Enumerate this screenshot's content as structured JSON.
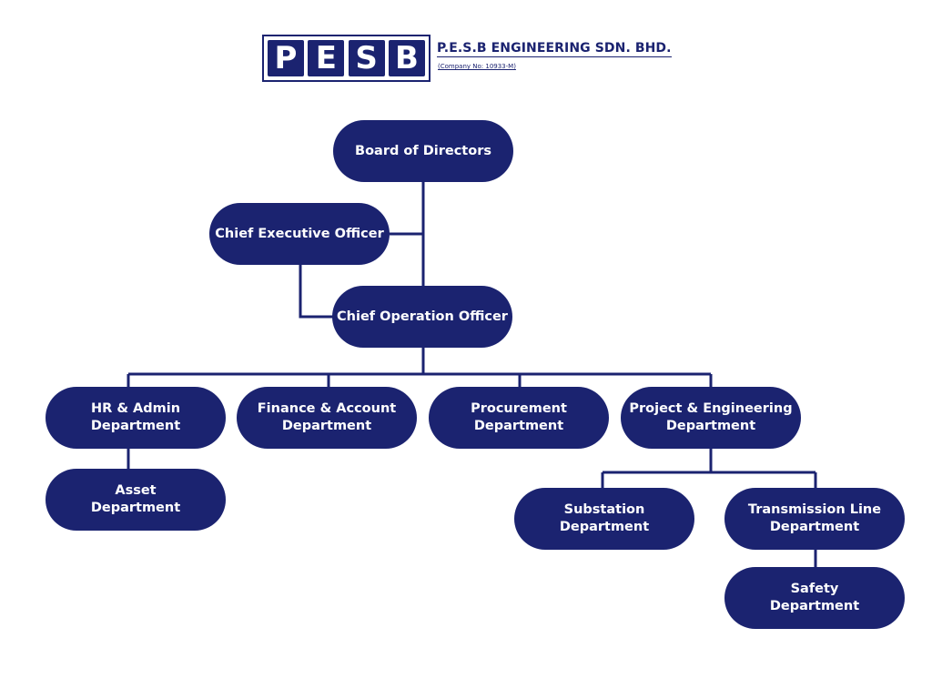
{
  "header": {
    "logo_letters": [
      "P",
      "E",
      "S",
      "B"
    ],
    "company_name": "P.E.S.B ENGINEERING SDN. BHD.",
    "company_no": "(Company No: 10933-M)"
  },
  "org_chart": {
    "nodes": {
      "board": {
        "lines": [
          "Board of Directors"
        ]
      },
      "ceo": {
        "lines": [
          "Chief Executive Officer"
        ]
      },
      "coo": {
        "lines": [
          "Chief Operation Officer"
        ]
      },
      "hr": {
        "lines": [
          "HR & Admin",
          "Department"
        ]
      },
      "finance": {
        "lines": [
          "Finance & Account",
          "Department"
        ]
      },
      "procurement": {
        "lines": [
          "Procurement",
          "Department"
        ]
      },
      "project": {
        "lines": [
          "Project & Engineering",
          "Department"
        ]
      },
      "asset": {
        "lines": [
          "Asset",
          "Department"
        ]
      },
      "substation": {
        "lines": [
          "Substation",
          "Department"
        ]
      },
      "transmission": {
        "lines": [
          "Transmission Line",
          "Department"
        ]
      },
      "safety": {
        "lines": [
          "Safety",
          "Department"
        ]
      }
    },
    "edges": [
      [
        "board",
        "coo"
      ],
      [
        "board",
        "ceo"
      ],
      [
        "ceo",
        "coo"
      ],
      [
        "coo",
        "hr"
      ],
      [
        "coo",
        "finance"
      ],
      [
        "coo",
        "procurement"
      ],
      [
        "coo",
        "project"
      ],
      [
        "hr",
        "asset"
      ],
      [
        "project",
        "substation"
      ],
      [
        "project",
        "transmission"
      ],
      [
        "transmission",
        "safety"
      ]
    ],
    "colors": {
      "node_fill": "#1b2370",
      "node_text": "#ffffff",
      "connector": "#1b2370"
    }
  }
}
